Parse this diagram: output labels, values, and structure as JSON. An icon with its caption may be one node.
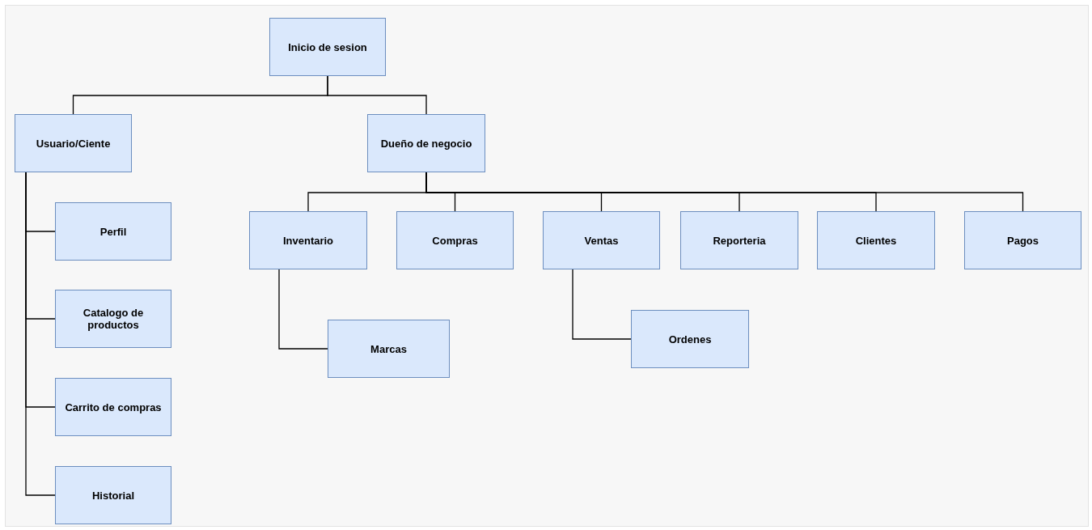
{
  "diagram": {
    "nodes": [
      {
        "text": [
          "Inicio de sesion"
        ]
      },
      {
        "text": [
          "Usuario/Ciente"
        ]
      },
      {
        "text": [
          "Dueño de negocio"
        ]
      },
      {
        "text": [
          "Perfil"
        ]
      },
      {
        "text": [
          "Catalogo de productos"
        ]
      },
      {
        "text": [
          "Carrito de compras"
        ]
      },
      {
        "text": [
          "Historial"
        ]
      },
      {
        "text": [
          "Inventario"
        ]
      },
      {
        "text": [
          "Compras"
        ]
      },
      {
        "text": [
          "Ventas"
        ]
      },
      {
        "text": [
          "Reporteria"
        ]
      },
      {
        "text": [
          "Clientes"
        ]
      },
      {
        "text": [
          "Pagos"
        ]
      },
      {
        "text": [
          "Marcas"
        ]
      },
      {
        "text": [
          "Ordenes"
        ]
      }
    ],
    "edges": [
      {
        "from": 0,
        "to": 1,
        "arrow": "none"
      },
      {
        "from": 0,
        "to": 2,
        "arrow": "none"
      },
      {
        "from": 1,
        "to": 3,
        "arrow": "none"
      },
      {
        "from": 1,
        "to": 4,
        "arrow": "none"
      },
      {
        "from": 1,
        "to": 5,
        "arrow": "none"
      },
      {
        "from": 1,
        "to": 6,
        "arrow": "none"
      },
      {
        "from": 2,
        "to": 7,
        "arrow": "none"
      },
      {
        "from": 2,
        "to": 8,
        "arrow": "none"
      },
      {
        "from": 2,
        "to": 9,
        "arrow": "none"
      },
      {
        "from": 2,
        "to": 10,
        "arrow": "none"
      },
      {
        "from": 2,
        "to": 11,
        "arrow": "none"
      },
      {
        "from": 2,
        "to": 12,
        "arrow": "none"
      },
      {
        "from": 7,
        "to": 13,
        "arrow": "none"
      },
      {
        "from": 9,
        "to": 14,
        "arrow": "none"
      }
    ]
  }
}
